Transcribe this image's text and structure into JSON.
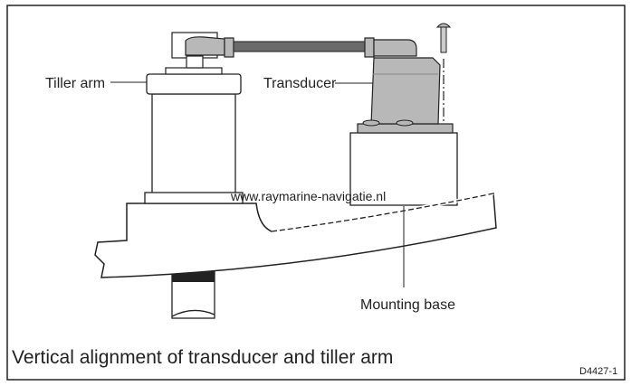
{
  "labels": {
    "tiller_arm": "Tiller arm",
    "transducer": "Transducer",
    "mounting_base": "Mounting base"
  },
  "watermark": "www.raymarine-navigatie.nl",
  "caption": "Vertical alignment of transducer and tiller arm",
  "figure_id": "D4427-1",
  "colors": {
    "gray_part": "#b8b8b8",
    "rod": "#6a6a6a",
    "line": "#222222"
  }
}
